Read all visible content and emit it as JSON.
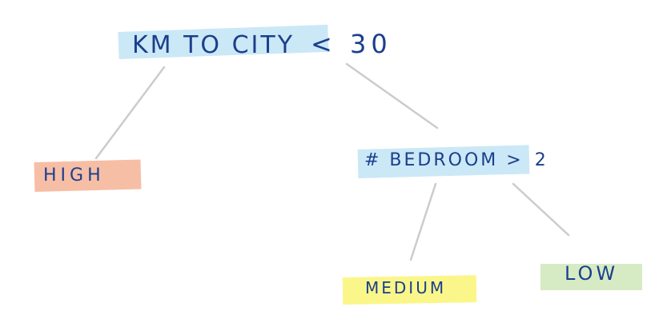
{
  "diagram": {
    "root": {
      "feature": "KM TO CITY",
      "condition": "< 30"
    },
    "left_leaf": {
      "label": "HIGH"
    },
    "right_node": {
      "feature": "# BEDROOM",
      "condition": "> 2"
    },
    "mid_leaf": {
      "label": "MEDIUM"
    },
    "right_leaf": {
      "label": "LOW"
    }
  },
  "colors": {
    "text": "#1b3f8c",
    "edge": "#cccccc",
    "decision_highlight": "#cbe8f7",
    "high_highlight": "#f7bea6",
    "medium_highlight": "#fbf68a",
    "low_highlight": "#d6ebc4"
  }
}
